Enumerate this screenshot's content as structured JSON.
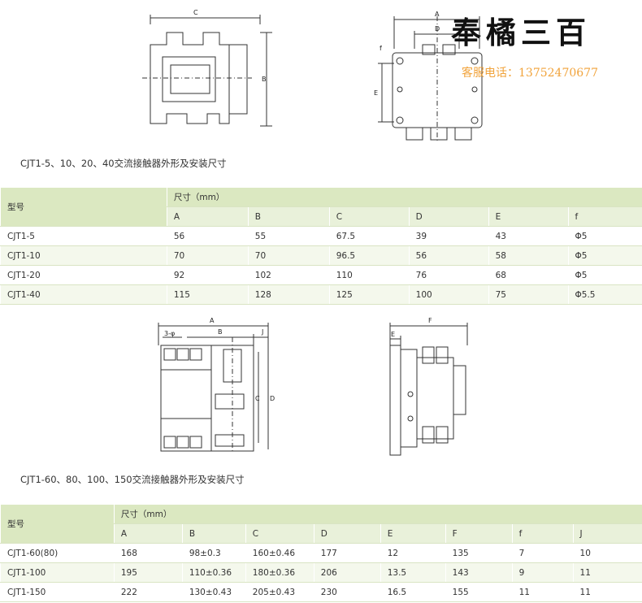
{
  "brand": {
    "name": "奉橘三百",
    "phone": "客服电话：13752470677"
  },
  "drawing1": {
    "dims": [
      "C",
      "B",
      "A",
      "D",
      "E",
      "f"
    ]
  },
  "drawing2": {
    "dims": [
      "A",
      "B",
      "J",
      "3-φ",
      "C",
      "D",
      "F",
      "E"
    ]
  },
  "section1": {
    "caption": "CJT1-5、10、20、40交流接触器外形及安装尺寸",
    "model_header": "型号",
    "size_header": "尺寸（mm）",
    "columns": [
      "A",
      "B",
      "C",
      "D",
      "E",
      "f"
    ],
    "rows": [
      {
        "model": "CJT1-5",
        "cells": [
          "56",
          "55",
          "67.5",
          "39",
          "43",
          "Φ5"
        ]
      },
      {
        "model": "CJT1-10",
        "cells": [
          "70",
          "70",
          "96.5",
          "56",
          "58",
          "Φ5"
        ]
      },
      {
        "model": "CJT1-20",
        "cells": [
          "92",
          "102",
          "110",
          "76",
          "68",
          "Φ5"
        ]
      },
      {
        "model": "CJT1-40",
        "cells": [
          "115",
          "128",
          "125",
          "100",
          "75",
          "Φ5.5"
        ]
      }
    ]
  },
  "section2": {
    "caption": "CJT1-60、80、100、150交流接触器外形及安装尺寸",
    "model_header": "型号",
    "size_header": "尺寸（mm）",
    "columns": [
      "A",
      "B",
      "C",
      "D",
      "E",
      "F",
      "f",
      "J"
    ],
    "rows": [
      {
        "model": "CJT1-60(80)",
        "cells": [
          "168",
          "98±0.3",
          "160±0.46",
          "177",
          "12",
          "135",
          "7",
          "10"
        ]
      },
      {
        "model": "CJT1-100",
        "cells": [
          "195",
          "110±0.36",
          "180±0.36",
          "206",
          "13.5",
          "143",
          "9",
          "11"
        ]
      },
      {
        "model": "CJT1-150",
        "cells": [
          "222",
          "130±0.43",
          "205±0.43",
          "230",
          "16.5",
          "155",
          "11",
          "11"
        ]
      }
    ]
  }
}
